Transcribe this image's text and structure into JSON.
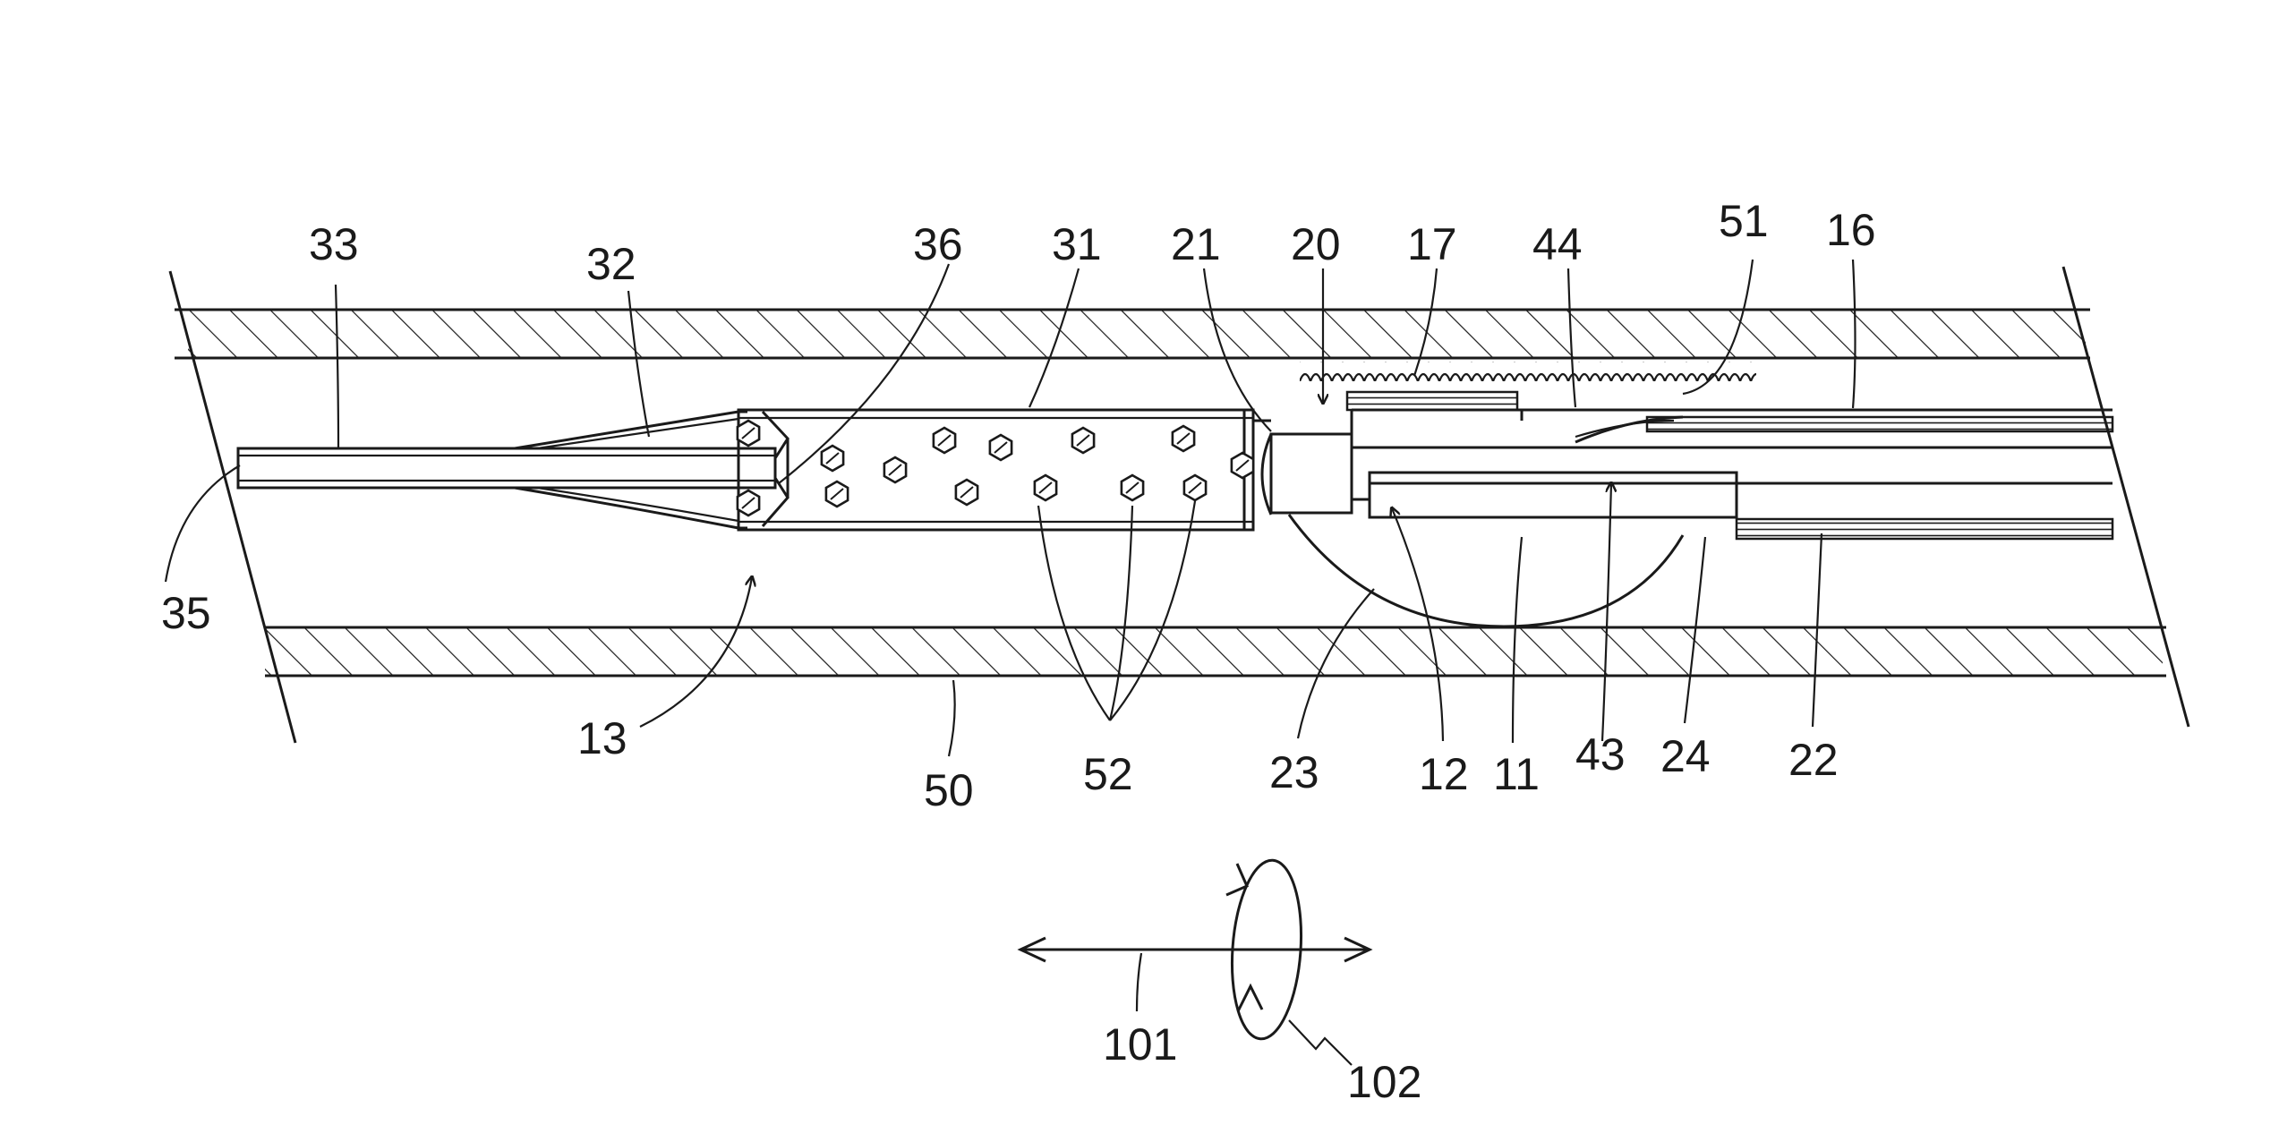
{
  "figure": {
    "labels": {
      "r33": "33",
      "r32": "32",
      "r36": "36",
      "r31": "31",
      "r21": "21",
      "r20": "20",
      "r17": "17",
      "r44": "44",
      "r51": "51",
      "r16": "16",
      "r35": "35",
      "r13": "13",
      "r50": "50",
      "r52": "52",
      "r23": "23",
      "r12": "12",
      "r11": "11",
      "r43": "43",
      "r24": "24",
      "r22": "22",
      "r101": "101",
      "r102": "102"
    }
  }
}
